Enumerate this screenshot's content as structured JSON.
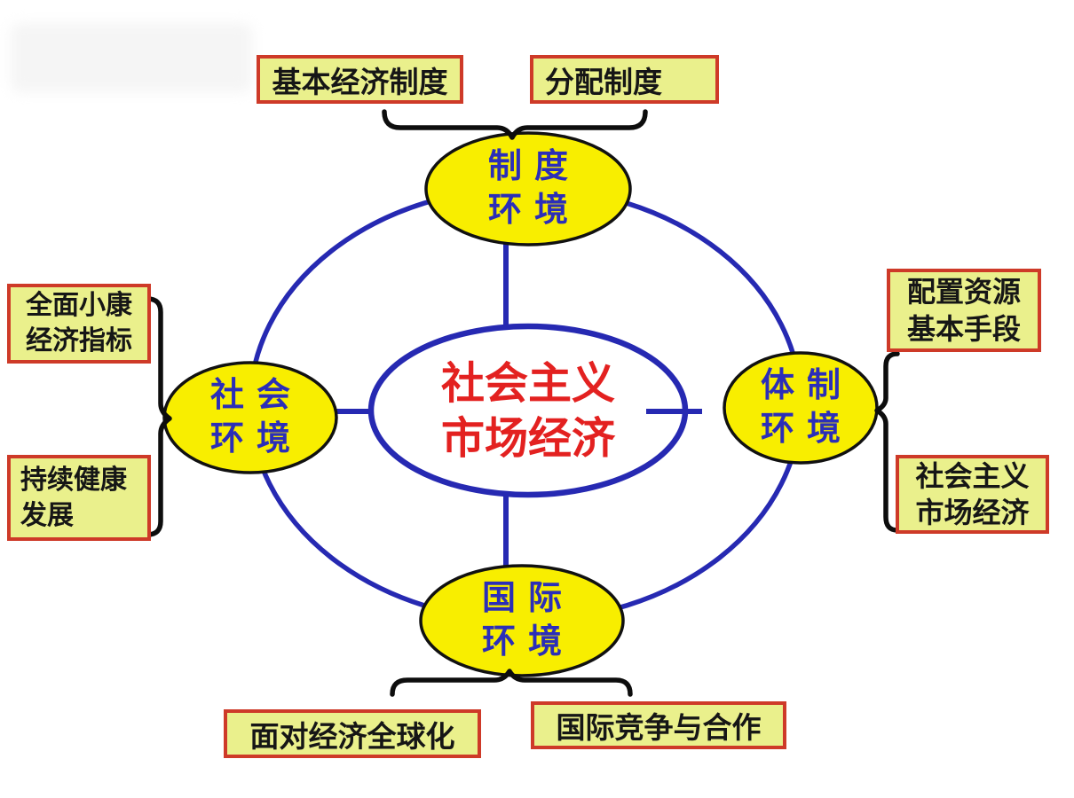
{
  "colors": {
    "line_blue": "#2629B2",
    "node_fill": "#F8EE00",
    "node_stroke": "#111111",
    "node_text": "#2B2EB8",
    "center_fill": "#FFFFFF",
    "center_text": "#E32120",
    "tag_fill": "#EAF08C",
    "tag_border": "#CE3A28",
    "tag_text": "#161616",
    "brace_black": "#0D0D0D"
  },
  "center": {
    "line1": "社会主义",
    "line2": "市场经济"
  },
  "nodes": {
    "top": {
      "line1": "制度",
      "line2": "环境"
    },
    "left": {
      "line1": "社会",
      "line2": "环境"
    },
    "right": {
      "line1": "体制",
      "line2": "环境"
    },
    "bottom": {
      "line1": "国际",
      "line2": "环境"
    }
  },
  "tags": {
    "top_left": {
      "text": "基本经济制度"
    },
    "top_right": {
      "text": "分配制度"
    },
    "left_top": {
      "line1": "全面小康",
      "line2": "经济指标"
    },
    "left_bottom": {
      "line1": "持续健康",
      "line2": "发展"
    },
    "right_top": {
      "line1": "配置资源",
      "line2": "基本手段"
    },
    "right_bottom": {
      "line1": "社会主义",
      "line2": "市场经济"
    },
    "bottom_left": {
      "text": "面对经济全球化"
    },
    "bottom_right": {
      "text": "国际竞争与合作"
    }
  }
}
